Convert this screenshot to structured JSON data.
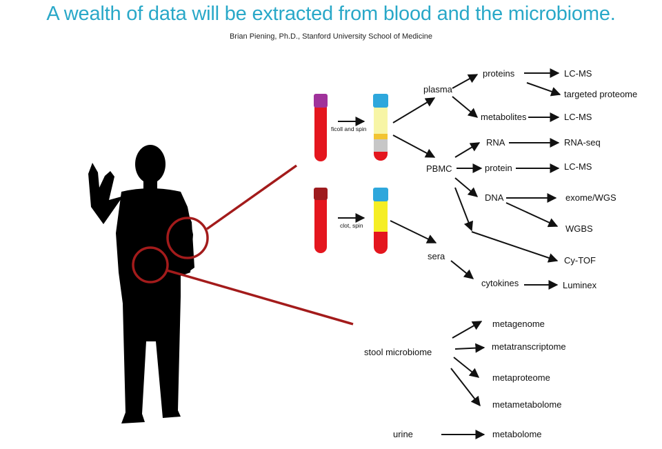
{
  "header": {
    "title": "A wealth of data will be extracted from blood and the microbiome.",
    "subtitle": "Brian Piening, Ph.D., Stanford University School of Medicine"
  },
  "tubes": {
    "ficoll_label": "ficoll and spin",
    "clot_label": "clot, spin"
  },
  "nodes": {
    "plasma": "plasma",
    "proteins": "proteins",
    "lcms_proteins": "LC-MS",
    "targeted_proteome": "targeted proteome",
    "metabolites": "metabolites",
    "lcms_metabolites": "LC-MS",
    "pbmc": "PBMC",
    "rna": "RNA",
    "rnaseq": "RNA-seq",
    "protein": "protein",
    "lcms_protein": "LC-MS",
    "dna": "DNA",
    "exome_wgs": "exome/WGS",
    "wgbs": "WGBS",
    "cytof": "Cy-TOF",
    "sera": "sera",
    "cytokines": "cytokines",
    "luminex": "Luminex",
    "stool_microbiome": "stool microbiome",
    "metagenome": "metagenome",
    "metatranscriptome": "metatranscriptome",
    "metaproteome": "metaproteome",
    "metametabolome": "metametabolome",
    "urine": "urine",
    "metabolome": "metabolome"
  },
  "colors": {
    "title": "#29a8c8",
    "blood_red": "#e4161e",
    "cap_purple": "#a0329b",
    "cap_blue": "#2ea7dc",
    "plasma_yellow": "#f7f5a6",
    "sera_yellow": "#f5ee25",
    "pointer_red": "#a31b1b"
  }
}
